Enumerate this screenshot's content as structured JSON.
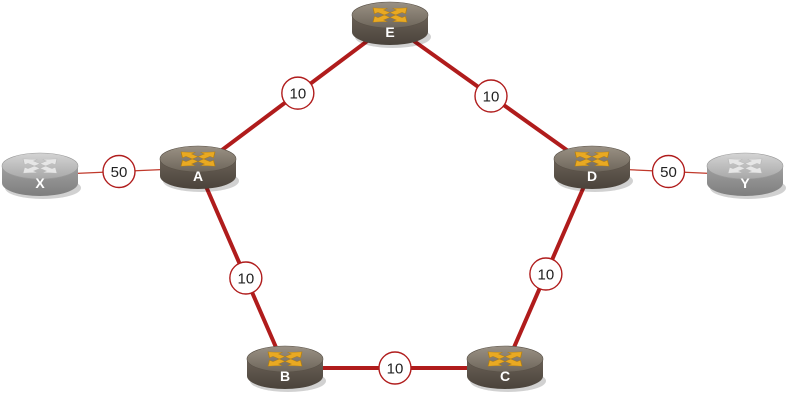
{
  "colors": {
    "link_core": "#b01c1c",
    "link_edge": "#c0392b",
    "router_core": "#6e6559",
    "router_edge": "#a9a9a9",
    "arrow": "#e9a922"
  },
  "routers": [
    {
      "id": "E",
      "label": "E",
      "type": "core"
    },
    {
      "id": "A",
      "label": "A",
      "type": "core"
    },
    {
      "id": "D",
      "label": "D",
      "type": "core"
    },
    {
      "id": "B",
      "label": "B",
      "type": "core"
    },
    {
      "id": "C",
      "label": "C",
      "type": "core"
    },
    {
      "id": "X",
      "label": "X",
      "type": "edge"
    },
    {
      "id": "Y",
      "label": "Y",
      "type": "edge"
    }
  ],
  "links": [
    {
      "from": "A",
      "to": "E",
      "cost": "10",
      "type": "core"
    },
    {
      "from": "E",
      "to": "D",
      "cost": "10",
      "type": "core"
    },
    {
      "from": "A",
      "to": "B",
      "cost": "10",
      "type": "core"
    },
    {
      "from": "B",
      "to": "C",
      "cost": "10",
      "type": "core"
    },
    {
      "from": "D",
      "to": "C",
      "cost": "10",
      "type": "core"
    },
    {
      "from": "X",
      "to": "A",
      "cost": "50",
      "type": "edge"
    },
    {
      "from": "D",
      "to": "Y",
      "cost": "50",
      "type": "edge"
    }
  ]
}
